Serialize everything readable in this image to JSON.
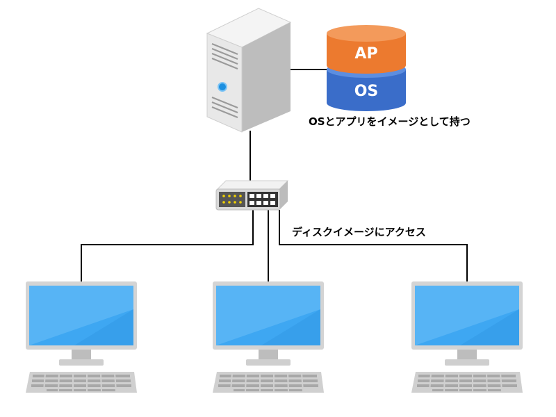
{
  "diagram": {
    "stack": {
      "top_label": "AP",
      "bottom_label": "OS",
      "top_color": "#ec7a2f",
      "bottom_color": "#3a6dc9"
    },
    "server_caption": "OSとアプリをイメージとして持つ",
    "network_caption": "ディスクイメージにアクセス",
    "colors": {
      "line": "#000000",
      "screen": "#3ea7f2",
      "device_body": "#e6e6e6",
      "device_dark": "#9e9e9e"
    },
    "nodes": {
      "server": "server-icon",
      "switch": "network-switch-icon",
      "clients": [
        "desktop-computer-icon",
        "desktop-computer-icon",
        "desktop-computer-icon"
      ]
    }
  }
}
